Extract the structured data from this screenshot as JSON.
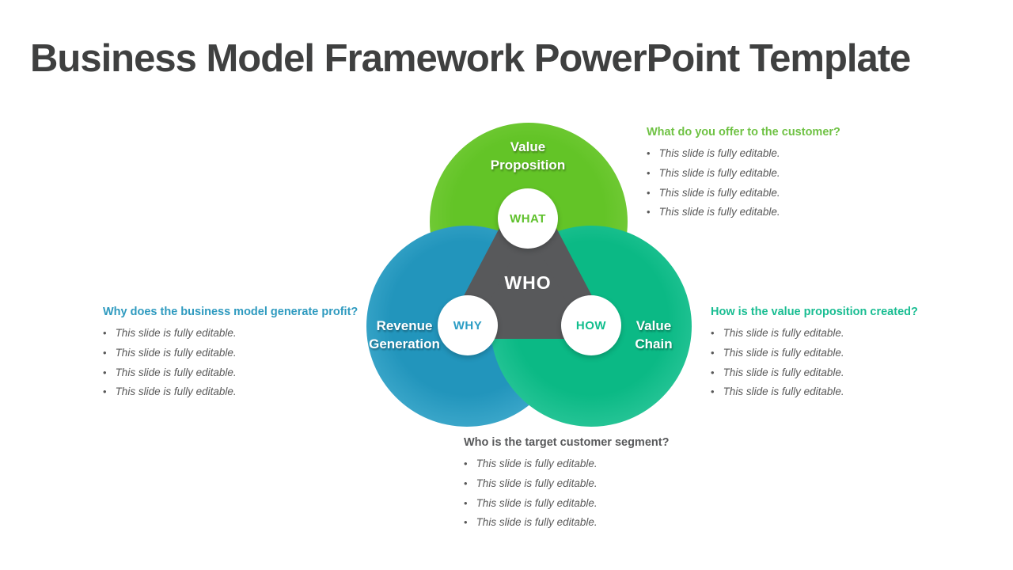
{
  "title": "Business Model Framework PowerPoint Template",
  "bullet_char": "•",
  "diagram": {
    "center_label": "WHO",
    "center_color": "#58595b",
    "circles": [
      {
        "id": "value-proposition",
        "label": "Value Proposition",
        "hub_label": "WHAT",
        "color": "#6cc72f"
      },
      {
        "id": "revenue-generation",
        "label": "Revenue Generation",
        "hub_label": "WHY",
        "color": "#2a9cc4"
      },
      {
        "id": "value-chain",
        "label": "Value Chain",
        "hub_label": "HOW",
        "color": "#12be8d"
      }
    ]
  },
  "annotations": [
    {
      "id": "what",
      "heading": "What do you offer to the customer?",
      "color": "#6fc244",
      "bullets": [
        "This slide is fully editable.",
        "This slide is fully editable.",
        "This slide is fully editable.",
        "This slide is fully editable."
      ]
    },
    {
      "id": "why",
      "heading": "Why does the business model generate profit?",
      "color": "#2e9abf",
      "bullets": [
        "This slide is fully editable.",
        "This slide is fully editable.",
        "This slide is fully editable.",
        "This slide is fully editable."
      ]
    },
    {
      "id": "how",
      "heading": "How is the value proposition created?",
      "color": "#19bd92",
      "bullets": [
        "This slide is fully editable.",
        "This slide is fully editable.",
        "This slide is fully editable.",
        "This slide is fully editable."
      ]
    },
    {
      "id": "who",
      "heading": "Who is the target customer segment?",
      "color": "#58595b",
      "bullets": [
        "This slide is fully editable.",
        "This slide is fully editable.",
        "This slide is fully editable.",
        "This slide is fully editable."
      ]
    }
  ]
}
